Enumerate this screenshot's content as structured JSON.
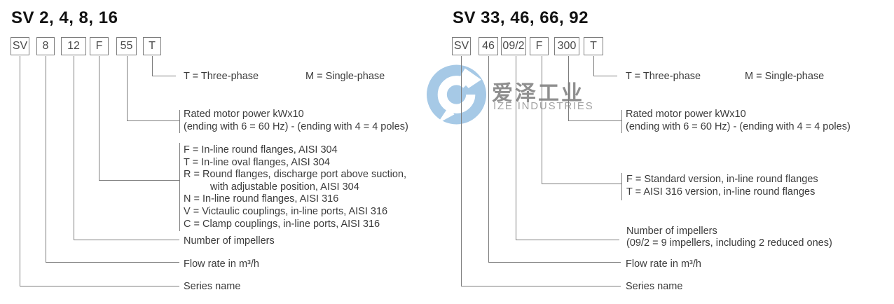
{
  "colors": {
    "logo_blue": "#a6c9e6",
    "line_gray": "#7d7d7d",
    "text_dark": "#3b3b3b",
    "header_black": "#121212"
  },
  "left": {
    "header": "SV 2, 4, 8, 16",
    "code_boxes": [
      "SV",
      "8",
      "12",
      "F",
      "55",
      "T"
    ],
    "phase_t": "T = Three-phase",
    "phase_m": "M = Single-phase",
    "power_line1": "Rated motor power kWx10",
    "power_line2": "(ending with 6 = 60 Hz) - (ending with 4 = 4 poles)",
    "versions": [
      "F = In-line round flanges, AISI 304",
      "T = In-line oval flanges, AISI 304",
      "R = Round flanges, discharge port above suction,",
      "with adjustable position, AISI 304",
      "N = In-line round flanges, AISI 316",
      "V = Victaulic couplings, in-line ports, AISI 316",
      "C = Clamp couplings, in-line ports, AISI 316"
    ],
    "impellers": "Number of impellers",
    "flow": "Flow rate in m³/h",
    "series": "Series name"
  },
  "right": {
    "header": "SV 33, 46, 66, 92",
    "code_boxes": [
      "SV",
      "46",
      "09/2",
      "F",
      "300",
      "T"
    ],
    "phase_t": "T = Three-phase",
    "phase_m": "M = Single-phase",
    "power_line1": "Rated motor power kWx10",
    "power_line2": "(ending with 6 = 60 Hz) - (ending with 4 = 4 poles)",
    "versions": [
      "F = Standard version, in-line round flanges",
      "T = AISI 316 version, in-line round flanges"
    ],
    "impellers": "Number of impellers",
    "impellers_note": "(09/2 = 9 impellers, including 2 reduced ones)",
    "flow": "Flow rate in  m³/h",
    "series": "Series name"
  },
  "watermark": {
    "cn": "爱泽工业",
    "en": "IZE INDUSTRIES",
    "logo_icon": "ize-circle-wrench-icon"
  }
}
